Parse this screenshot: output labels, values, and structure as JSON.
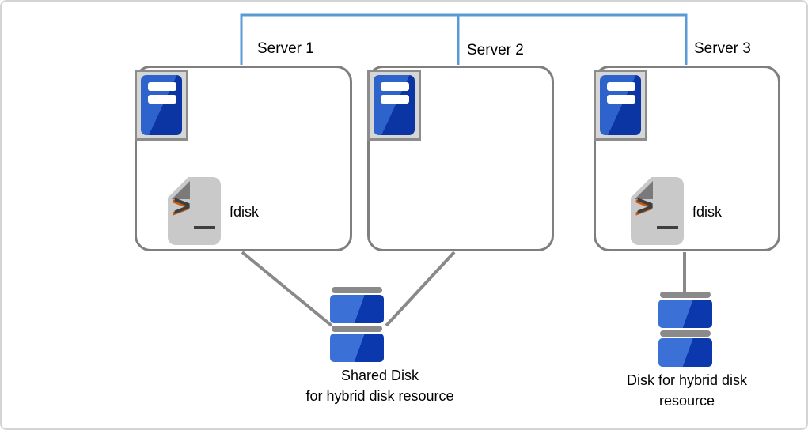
{
  "colors": {
    "canvas-border": "#d4d4d4",
    "network-line": "#5b9bd5",
    "box-border": "#7f7f7f",
    "connector-gray": "#898989",
    "icon-frame-fill": "#d6d6d6",
    "icon-frame-border": "#8c8c8c",
    "tower-blue-light": "#2e63cc",
    "tower-blue-dark": "#0b35a3",
    "doc-gray": "#c9c9c9",
    "doc-fold-gray": "#7a7a7a",
    "prompt-dark": "#3f3f3f",
    "prompt-orange": "#c55a11",
    "disk-cap-gray": "#8a8a8a",
    "disk-blue-light": "#3b70d6",
    "disk-blue-dark": "#0c38ad",
    "text-color": "#000000"
  },
  "servers": [
    {
      "label": "Server 1",
      "script_label": "fdisk"
    },
    {
      "label": "Server 2"
    },
    {
      "label": "Server 3",
      "script_label": "fdisk"
    }
  ],
  "disks": [
    {
      "label": "Shared Disk\nfor hybrid disk resource"
    },
    {
      "label": "Disk for hybrid disk\nresource"
    }
  ],
  "connections": {
    "network_link": [
      "Server 1",
      "Server 2",
      "Server 3"
    ],
    "shared_disk_connected_to": [
      "Server 1",
      "Server 2"
    ],
    "server3_disk_connected_to": [
      "Server 3"
    ]
  }
}
